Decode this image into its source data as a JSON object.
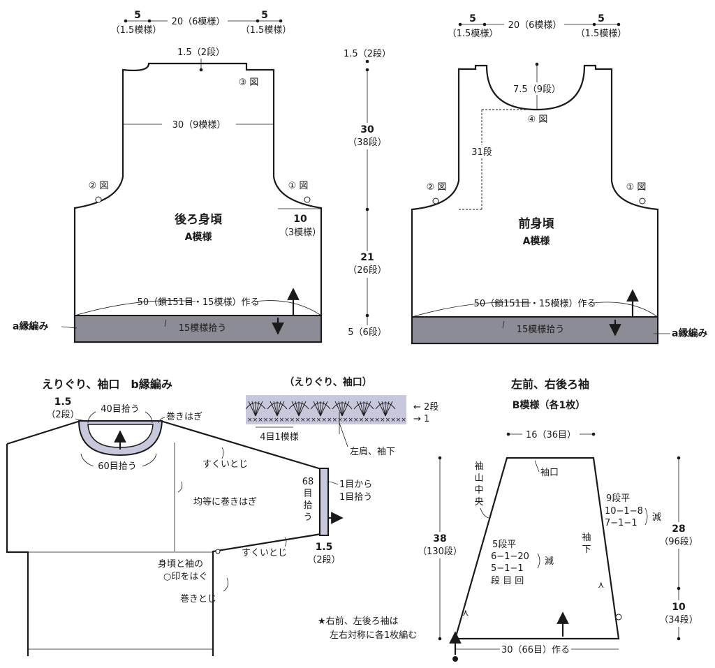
{
  "colors": {
    "ink": "#1a1a1a",
    "band_fill": "#8c8c96",
    "neck_fill": "#c8c8dc",
    "paper": "#ffffff"
  },
  "back": {
    "top_left_w": "5",
    "top_left_rep": "（1.5模様）",
    "top_mid": "20（6模様）",
    "top_right_w": "5",
    "top_right_rep": "（1.5模様）",
    "neck_depth": "1.5（2段）",
    "fig3": "③ 図",
    "width_upper": "30（9模様）",
    "fig2": "② 図",
    "fig1": "① 図",
    "armhole_w": "10",
    "armhole_rep": "（3模様）",
    "title": "後ろ身頃",
    "pattern": "A模様",
    "cast_on": "50（鎖151目・15模様）作る",
    "pickup": "15模様拾う",
    "border_label": "a縁編み"
  },
  "center_dims": {
    "neck": "1.5（2段）",
    "upper_h": "30",
    "upper_rows": "（38段）",
    "lower_h": "21",
    "lower_rows": "（26段）",
    "band": "5（6段）"
  },
  "front": {
    "top_left_w": "5",
    "top_left_rep": "（1.5模様）",
    "top_mid": "20（6模様）",
    "top_right_w": "5",
    "top_right_rep": "（1.5模様）",
    "neck_depth": "7.5（9段）",
    "fig4": "④ 図",
    "rows31": "31段",
    "fig2": "② 図",
    "fig1": "① 図",
    "title": "前身頃",
    "pattern": "A模様",
    "cast_on": "50（鎖151目・15模様）作る",
    "pickup": "15模様拾う",
    "border_label": "a縁編み"
  },
  "assembly": {
    "title": "えりぐり、袖口　b縁編み",
    "neck_h": "1.5",
    "neck_rows": "（2段）",
    "pick40": "40目拾う",
    "pick60": "60目拾う",
    "whip": "巻きはぎ",
    "slip1": "すくいとじ",
    "even_whip": "均等に巻きはぎ",
    "slip2": "すくいとじ",
    "join_marks_1": "身頃と袖の",
    "join_marks_2": "○印をはぐ",
    "side_whip": "巻きとじ",
    "cuff_pick": [
      "68",
      "目",
      "拾",
      "う"
    ],
    "cuff_note_1": "1目から",
    "cuff_note_2": "1目拾う",
    "cuff_h": "1.5",
    "cuff_rows": "（2段）"
  },
  "chart": {
    "title": "（えりぐり、袖口）",
    "row2": "← 2段",
    "row1": "→ 1",
    "repeat": "4目1模様",
    "seam": "左肩、袖下"
  },
  "sleeve": {
    "title": "左前、右後ろ袖",
    "pattern": "B模様（各1枚）",
    "top_w": "16（36目）",
    "cuff": "袖口",
    "center": [
      "袖",
      "山",
      "中",
      "央"
    ],
    "right_shape": [
      "9段平",
      "10−1−8",
      "7−1−1"
    ],
    "right_dec": "減",
    "underarm": [
      "袖",
      "下"
    ],
    "left_shape": [
      "5段平",
      "6−1−20",
      "5−1−1",
      "段 目 回"
    ],
    "left_dec": "減",
    "height": "38",
    "height_rows": "（130段）",
    "upper_h": "28",
    "upper_rows": "（96段）",
    "lower_h": "10",
    "lower_rows": "（34段）",
    "cast_on": "30（66目）作る",
    "note_1": "★右前、左後ろ袖は",
    "note_2": "左右対称に各1枚編む"
  }
}
